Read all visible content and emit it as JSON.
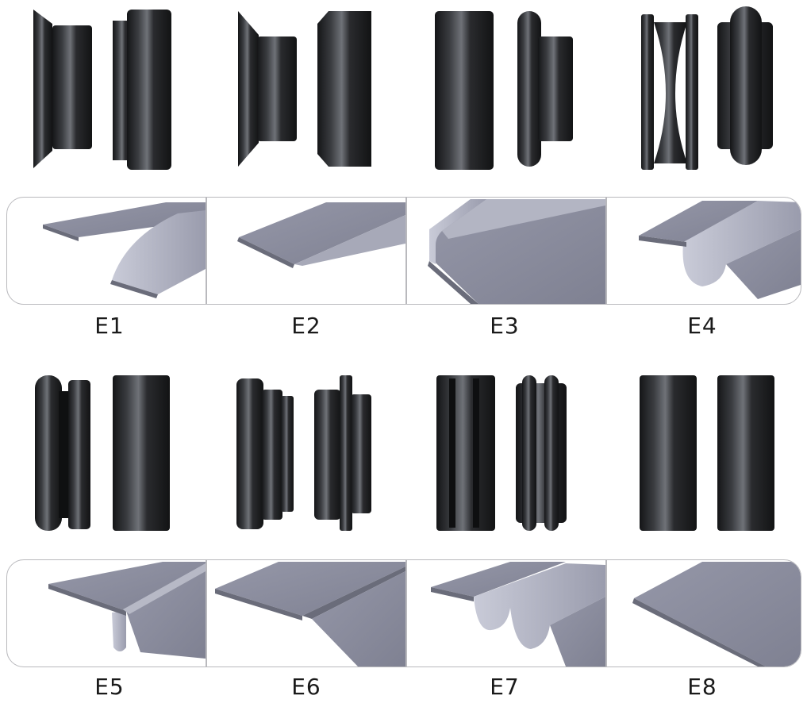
{
  "colors": {
    "roller_dark": "#1c1d1f",
    "roller_mid": "#3a3c40",
    "roller_light": "#7b7e84",
    "sheet_top": "#8c8e9e",
    "sheet_edge": "#6a6c7a",
    "sheet_light": "#b4b6c4",
    "strip_border": "#b9b9bd"
  },
  "rows": [
    {
      "profiles": [
        {
          "code": "E1",
          "roller_icon": "roller-pair-flange-icon",
          "profile_icon": "open-hem-profile-icon"
        },
        {
          "code": "E2",
          "roller_icon": "roller-pair-taper-icon",
          "profile_icon": "closed-hem-profile-icon"
        },
        {
          "code": "E3",
          "roller_icon": "roller-pair-rounded-flange-icon",
          "profile_icon": "angle-flange-profile-icon"
        },
        {
          "code": "E4",
          "roller_icon": "roller-pair-groove-bead-icon",
          "profile_icon": "bead-profile-icon"
        }
      ]
    },
    {
      "profiles": [
        {
          "code": "E5",
          "roller_icon": "roller-pair-groove-flat-icon",
          "profile_icon": "standing-seam-profile-icon"
        },
        {
          "code": "E6",
          "roller_icon": "roller-pair-stepped-icon",
          "profile_icon": "offset-joggle-profile-icon"
        },
        {
          "code": "E7",
          "roller_icon": "roller-pair-double-groove-icon",
          "profile_icon": "double-bead-profile-icon"
        },
        {
          "code": "E8",
          "roller_icon": "roller-pair-flat-icon",
          "profile_icon": "flat-cut-profile-icon"
        }
      ]
    }
  ]
}
